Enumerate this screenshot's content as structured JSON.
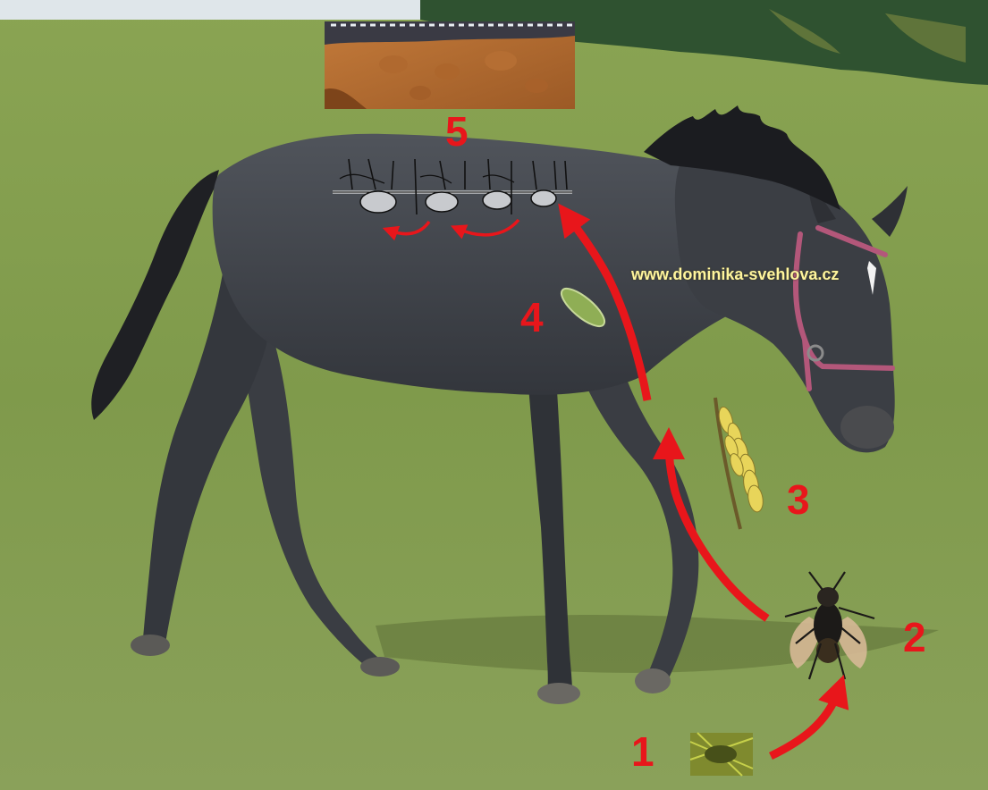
{
  "watermark": "www.dominika-svehlova.cz",
  "stages": [
    {
      "number": "1",
      "subject": "egg on grass"
    },
    {
      "number": "2",
      "subject": "adult fly"
    },
    {
      "number": "3",
      "subject": "egg cluster on hair"
    },
    {
      "number": "4",
      "subject": "larva migrating"
    },
    {
      "number": "5",
      "subject": "warbles under back skin"
    }
  ],
  "colors": {
    "grass": "#7e9a4a",
    "horse": "#3e4148",
    "arrow": "#e8161b",
    "watermark": "#fff59d",
    "halter": "#b3577a"
  }
}
